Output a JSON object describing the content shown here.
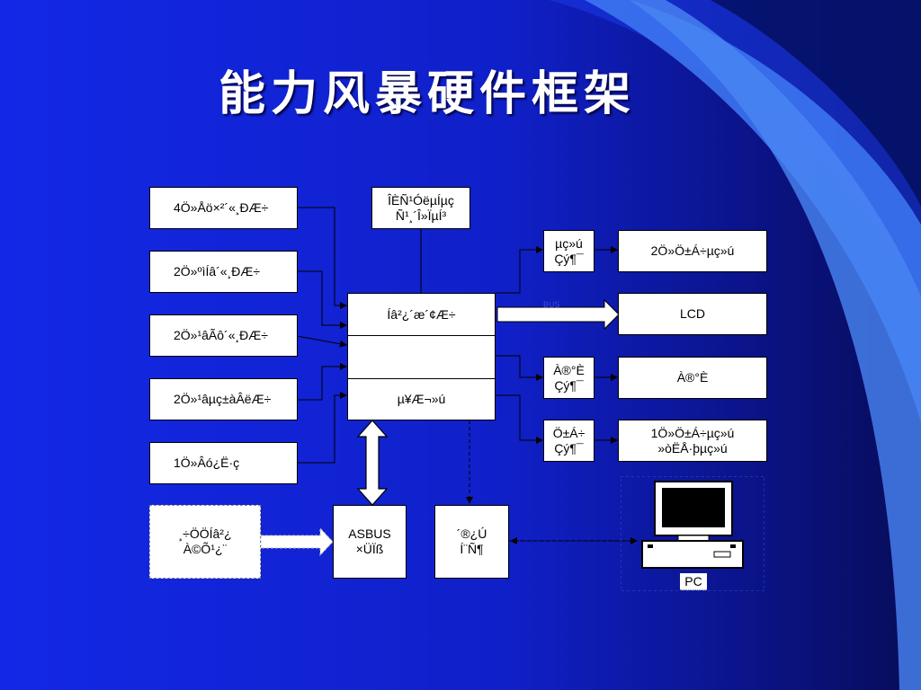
{
  "slide": {
    "title": "能力风暴硬件框架",
    "colors": {
      "background": "#1328e6",
      "box": "#ffffff",
      "line": "#000000",
      "swoosh": "#3c74f0"
    }
  },
  "diagram": {
    "left_column": [
      "4Ö»Åö×²´«¸ÐÆ÷",
      "2Ö»ºìÍâ´«¸ÐÆ÷",
      "2Ö»¹âÃô´«¸ÐÆ÷",
      "2Ö»¹âµç±àÂëÆ÷",
      "1Ö»Âó¿Ë·ç"
    ],
    "top_box": "ÎÈÑ¹ÓëµÍµç\nÑ¹¸´Î»ÏµÍ³",
    "cpu": {
      "top": "Íâ²¿´æ´¢Æ÷",
      "bottom": "µ¥Æ¬»ú"
    },
    "mid_column": [
      "µç»ú\nÇý¶¯",
      "À®°È\nÇý¶¯",
      "Ö±Á÷\nÇý¶¯"
    ],
    "right_column": [
      "2Ö»Ö±Á÷µç»ú",
      "LCD",
      "À®°È",
      "1Ö»Ö±Á÷µç»ú\n»òËÅ·þµç»ú"
    ],
    "bottom_row": {
      "expansion": "¸÷ÖÖÍâ²¿\nÀ©Õ¹¿¨",
      "asbus": "ASBUS\n×ÜÏß",
      "serial": "´®¿Ú\nÍ¨Ñ¶"
    },
    "bus_label": "BUS",
    "pc_label": "PC"
  }
}
